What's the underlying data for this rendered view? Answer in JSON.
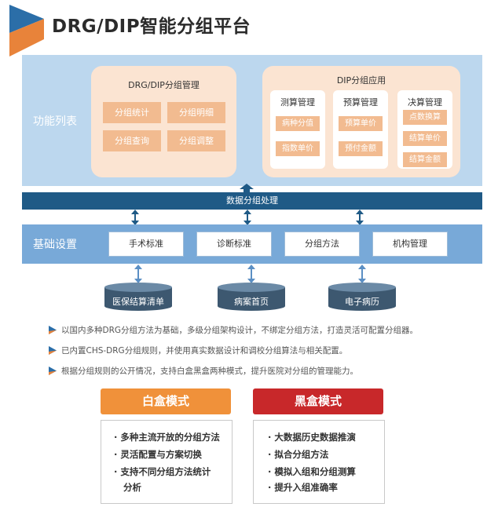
{
  "header": {
    "title": "DRG/DIP智能分组平台"
  },
  "function_list": {
    "label": "功能列表",
    "drg_group": {
      "title": "DRG/DIP分组管理",
      "items": [
        "分组统计",
        "分组明细",
        "分组查询",
        "分组调整"
      ]
    },
    "dip_group": {
      "title": "DIP分组应用",
      "columns": [
        {
          "title": "测算管理",
          "items": [
            "病种分值",
            "指数单价"
          ]
        },
        {
          "title": "预算管理",
          "items": [
            "预算单价",
            "预付金额"
          ]
        },
        {
          "title": "决算管理",
          "items": [
            "点数换算",
            "结算单价",
            "结算金额"
          ]
        }
      ]
    }
  },
  "processing": {
    "label": "数据分组处理"
  },
  "base_settings": {
    "label": "基础设置",
    "items": [
      "手术标准",
      "诊断标准",
      "分组方法",
      "机构管理"
    ]
  },
  "databases": [
    "医保结算清单",
    "病案首页",
    "电子病历"
  ],
  "bullets": [
    "以国内多种DRG分组方法为基础，多级分组架构设计，不绑定分组方法，打造灵活可配置分组器。",
    "已内置CHS-DRG分组规则，并使用真实数据设计和调校分组算法与相关配置。",
    "根据分组规则的公开情况，支持白盒黑盒两种模式，提升医院对分组的管理能力。"
  ],
  "modes": {
    "white": {
      "title": "白盒模式",
      "items": [
        "多种主流开放的分组方法",
        "灵活配置与方案切换",
        "支持不同分组方法统计",
        "分析"
      ]
    },
    "black": {
      "title": "黑盒模式",
      "items": [
        "大数据历史数据推演",
        "拟合分组方法",
        "模拟入组和分组测算",
        "提升入组准确率"
      ]
    }
  },
  "colors": {
    "logo_blue": "#2b6ea8",
    "logo_orange": "#e8833a",
    "func_panel": "#bcd7ee",
    "peach_box": "#fbe4d2",
    "orange_cell": "#f2bb90",
    "proc_bar": "#1f5a86",
    "base_panel": "#78a9d8",
    "white_mode": "#f0913a",
    "black_mode": "#c8282a"
  }
}
